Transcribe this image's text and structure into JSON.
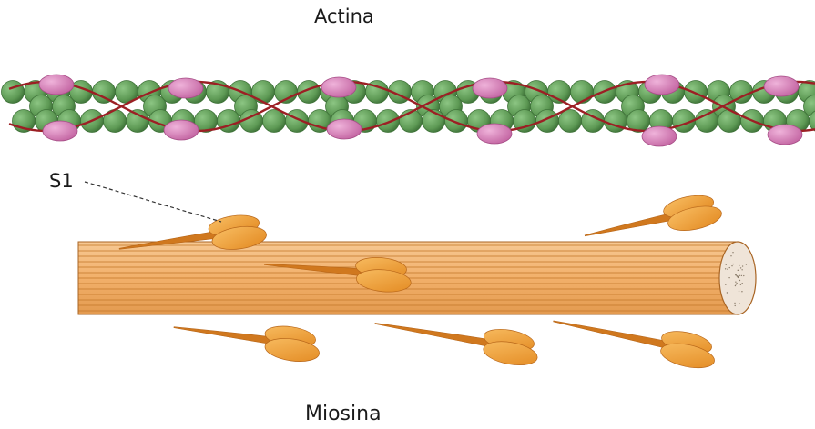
{
  "labels": {
    "actin": "Actina",
    "s1": "S1",
    "myosin": "Miosina"
  },
  "colors": {
    "actin_monomer": "#5e9a55",
    "actin_monomer_dark": "#3f7339",
    "troponin": "#d77fb6",
    "tropomyosin": "#9c1f24",
    "myosin_rod": "#f2b06a",
    "myosin_stripe": "#c57a2c",
    "myosin_head": "#f3a341",
    "myosin_head_dark": "#d0781e",
    "rod_end": "#efe4d8"
  },
  "icons": [
    "actin-filament-illustration",
    "myosin-filament-illustration"
  ]
}
